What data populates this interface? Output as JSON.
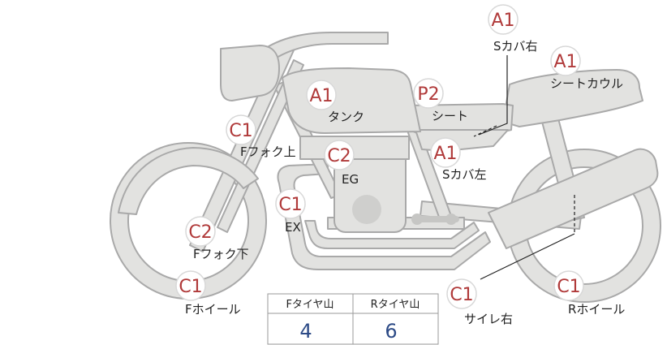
{
  "colors": {
    "body_fill": "#e2e2e0",
    "body_stroke": "#a9a9a9",
    "grade": "#b03a3a",
    "value": "#2c4a86"
  },
  "labels": {
    "s_cover_right": {
      "grade": "A1",
      "name": "Sカバ右"
    },
    "seat_cowl": {
      "grade": "A1",
      "name": "シートカウル"
    },
    "tank": {
      "grade": "A1",
      "name": "タンク"
    },
    "seat": {
      "grade": "P2",
      "name": "シート"
    },
    "f_fork_upper": {
      "grade": "C1",
      "name": "Fフォク上"
    },
    "engine": {
      "grade": "C2",
      "name": "EG"
    },
    "s_cover_left": {
      "grade": "A1",
      "name": "Sカバ左"
    },
    "exhaust": {
      "grade": "C1",
      "name": "EX"
    },
    "f_fork_lower": {
      "grade": "C2",
      "name": "Fフォク下"
    },
    "f_wheel": {
      "grade": "C1",
      "name": "Fホイール"
    },
    "muffler_right": {
      "grade": "C1",
      "name": "サイレ右"
    },
    "r_wheel": {
      "grade": "C1",
      "name": "Rホイール"
    }
  },
  "tire_table": {
    "front_header": "Fタイヤ山",
    "rear_header": "Rタイヤ山",
    "front_value": "4",
    "rear_value": "6"
  }
}
